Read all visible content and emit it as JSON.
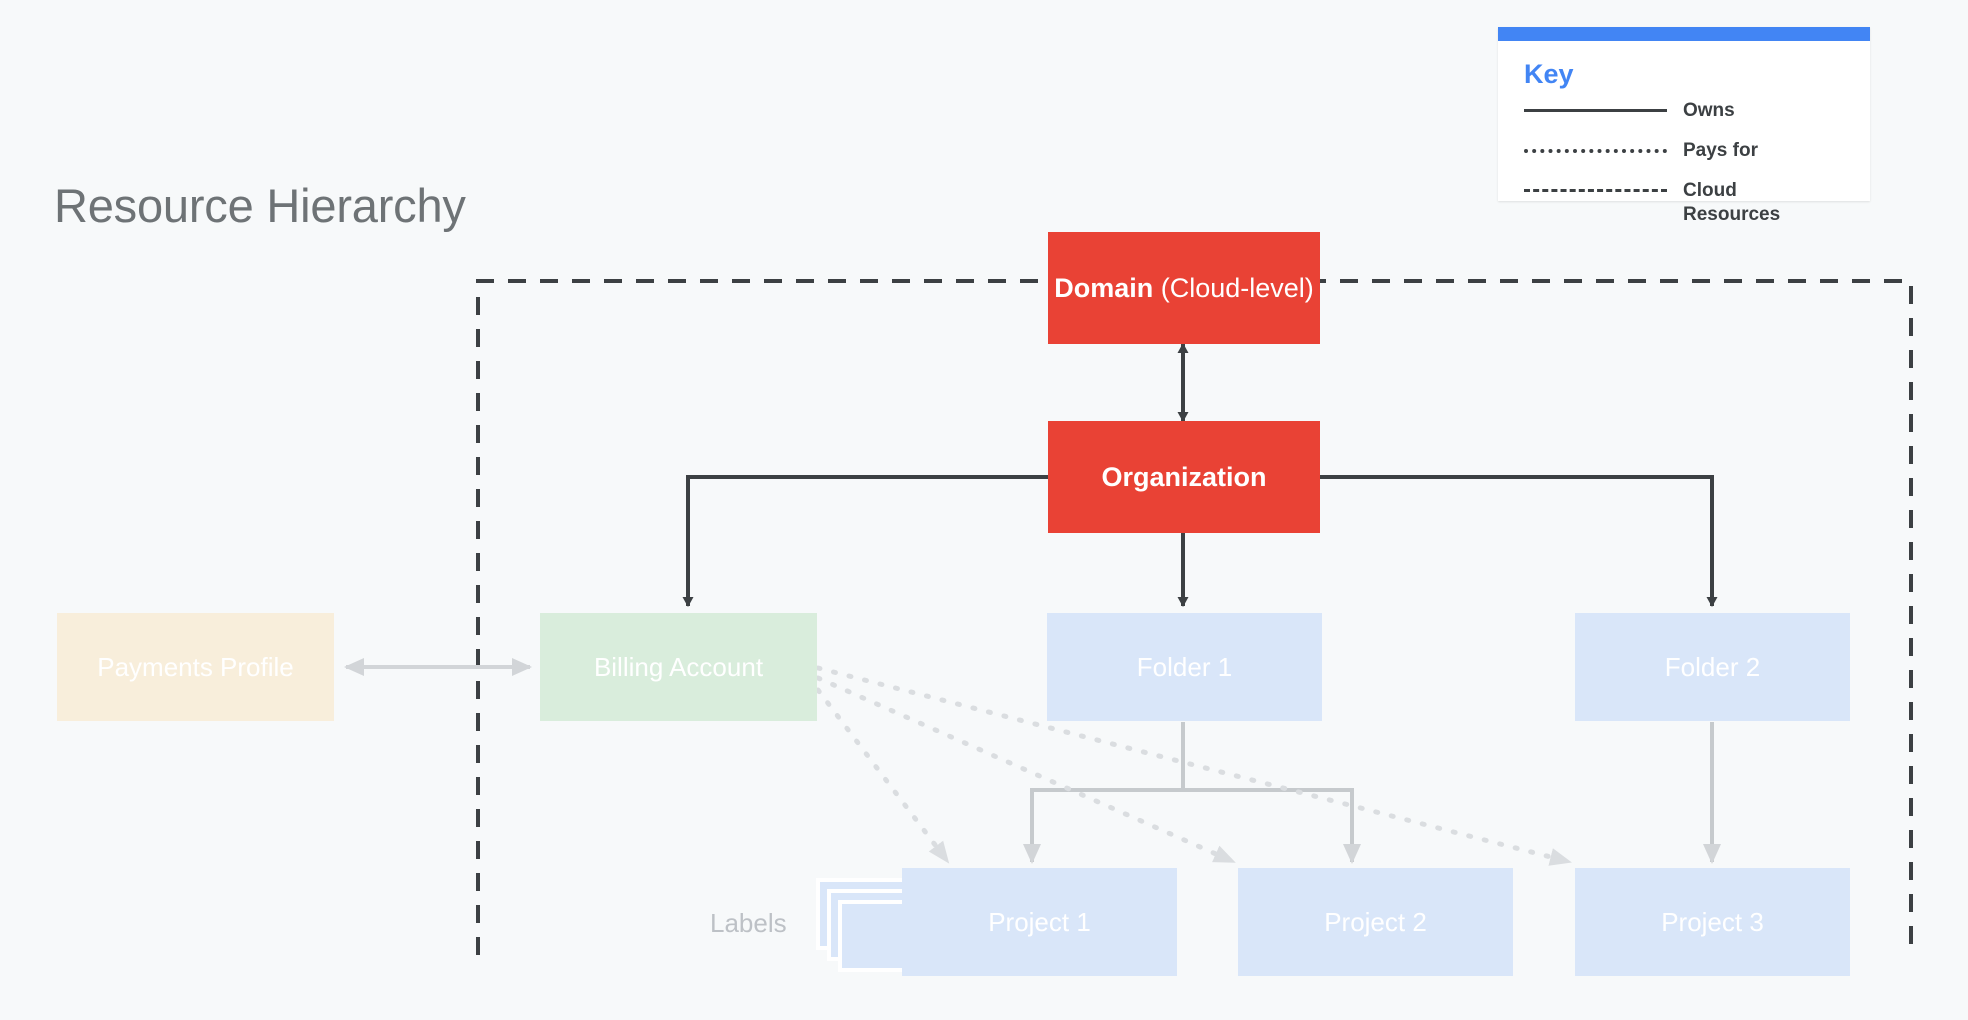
{
  "page": {
    "title": "Resource Hierarchy",
    "background_color": "#F7F9FA"
  },
  "key": {
    "title": "Key",
    "accent_color": "#4285F4",
    "rows": [
      {
        "style": "solid",
        "label": "Owns"
      },
      {
        "style": "dotted",
        "label": "Pays for"
      },
      {
        "style": "dashed",
        "label": "Cloud Resources"
      }
    ]
  },
  "nodes": {
    "domain": {
      "bold": "Domain",
      "regular": " (Cloud-level)",
      "color": "#E94235"
    },
    "organization": {
      "label": "Organization",
      "color": "#E94235"
    },
    "payments_profile": {
      "label": "Payments Profile",
      "color": "#F8EEDB"
    },
    "billing_account": {
      "label": "Billing Account",
      "color": "#D9EDDC"
    },
    "folder_1": {
      "label": "Folder 1",
      "color": "#D9E6F9"
    },
    "folder_2": {
      "label": "Folder 2",
      "color": "#D9E6F9"
    },
    "project_1": {
      "label": "Project 1",
      "color": "#D9E6F9"
    },
    "project_2": {
      "label": "Project 2",
      "color": "#D9E6F9"
    },
    "project_3": {
      "label": "Project 3",
      "color": "#D9E6F9"
    },
    "labels": {
      "label": "Labels",
      "color": "#BDC1C6"
    }
  },
  "boundary": {
    "name": "Cloud Resources",
    "style": "dashed",
    "color": "#3C4043"
  },
  "edges": [
    {
      "from": "domain",
      "to": "organization",
      "kind": "owns",
      "arrow": "both"
    },
    {
      "from": "organization",
      "to": "billing_account",
      "kind": "owns",
      "arrow": "end"
    },
    {
      "from": "organization",
      "to": "folder_1",
      "kind": "owns",
      "arrow": "end"
    },
    {
      "from": "organization",
      "to": "folder_2",
      "kind": "owns",
      "arrow": "end"
    },
    {
      "from": "payments_profile",
      "to": "billing_account",
      "kind": "owns",
      "arrow": "both"
    },
    {
      "from": "folder_1",
      "to": "project_1",
      "kind": "owns",
      "arrow": "end"
    },
    {
      "from": "folder_1",
      "to": "project_2",
      "kind": "owns",
      "arrow": "end"
    },
    {
      "from": "folder_2",
      "to": "project_3",
      "kind": "owns",
      "arrow": "end"
    },
    {
      "from": "billing_account",
      "to": "project_1",
      "kind": "pays-for",
      "arrow": "end"
    },
    {
      "from": "billing_account",
      "to": "project_2",
      "kind": "pays-for",
      "arrow": "end"
    },
    {
      "from": "billing_account",
      "to": "project_3",
      "kind": "pays-for",
      "arrow": "end"
    }
  ]
}
